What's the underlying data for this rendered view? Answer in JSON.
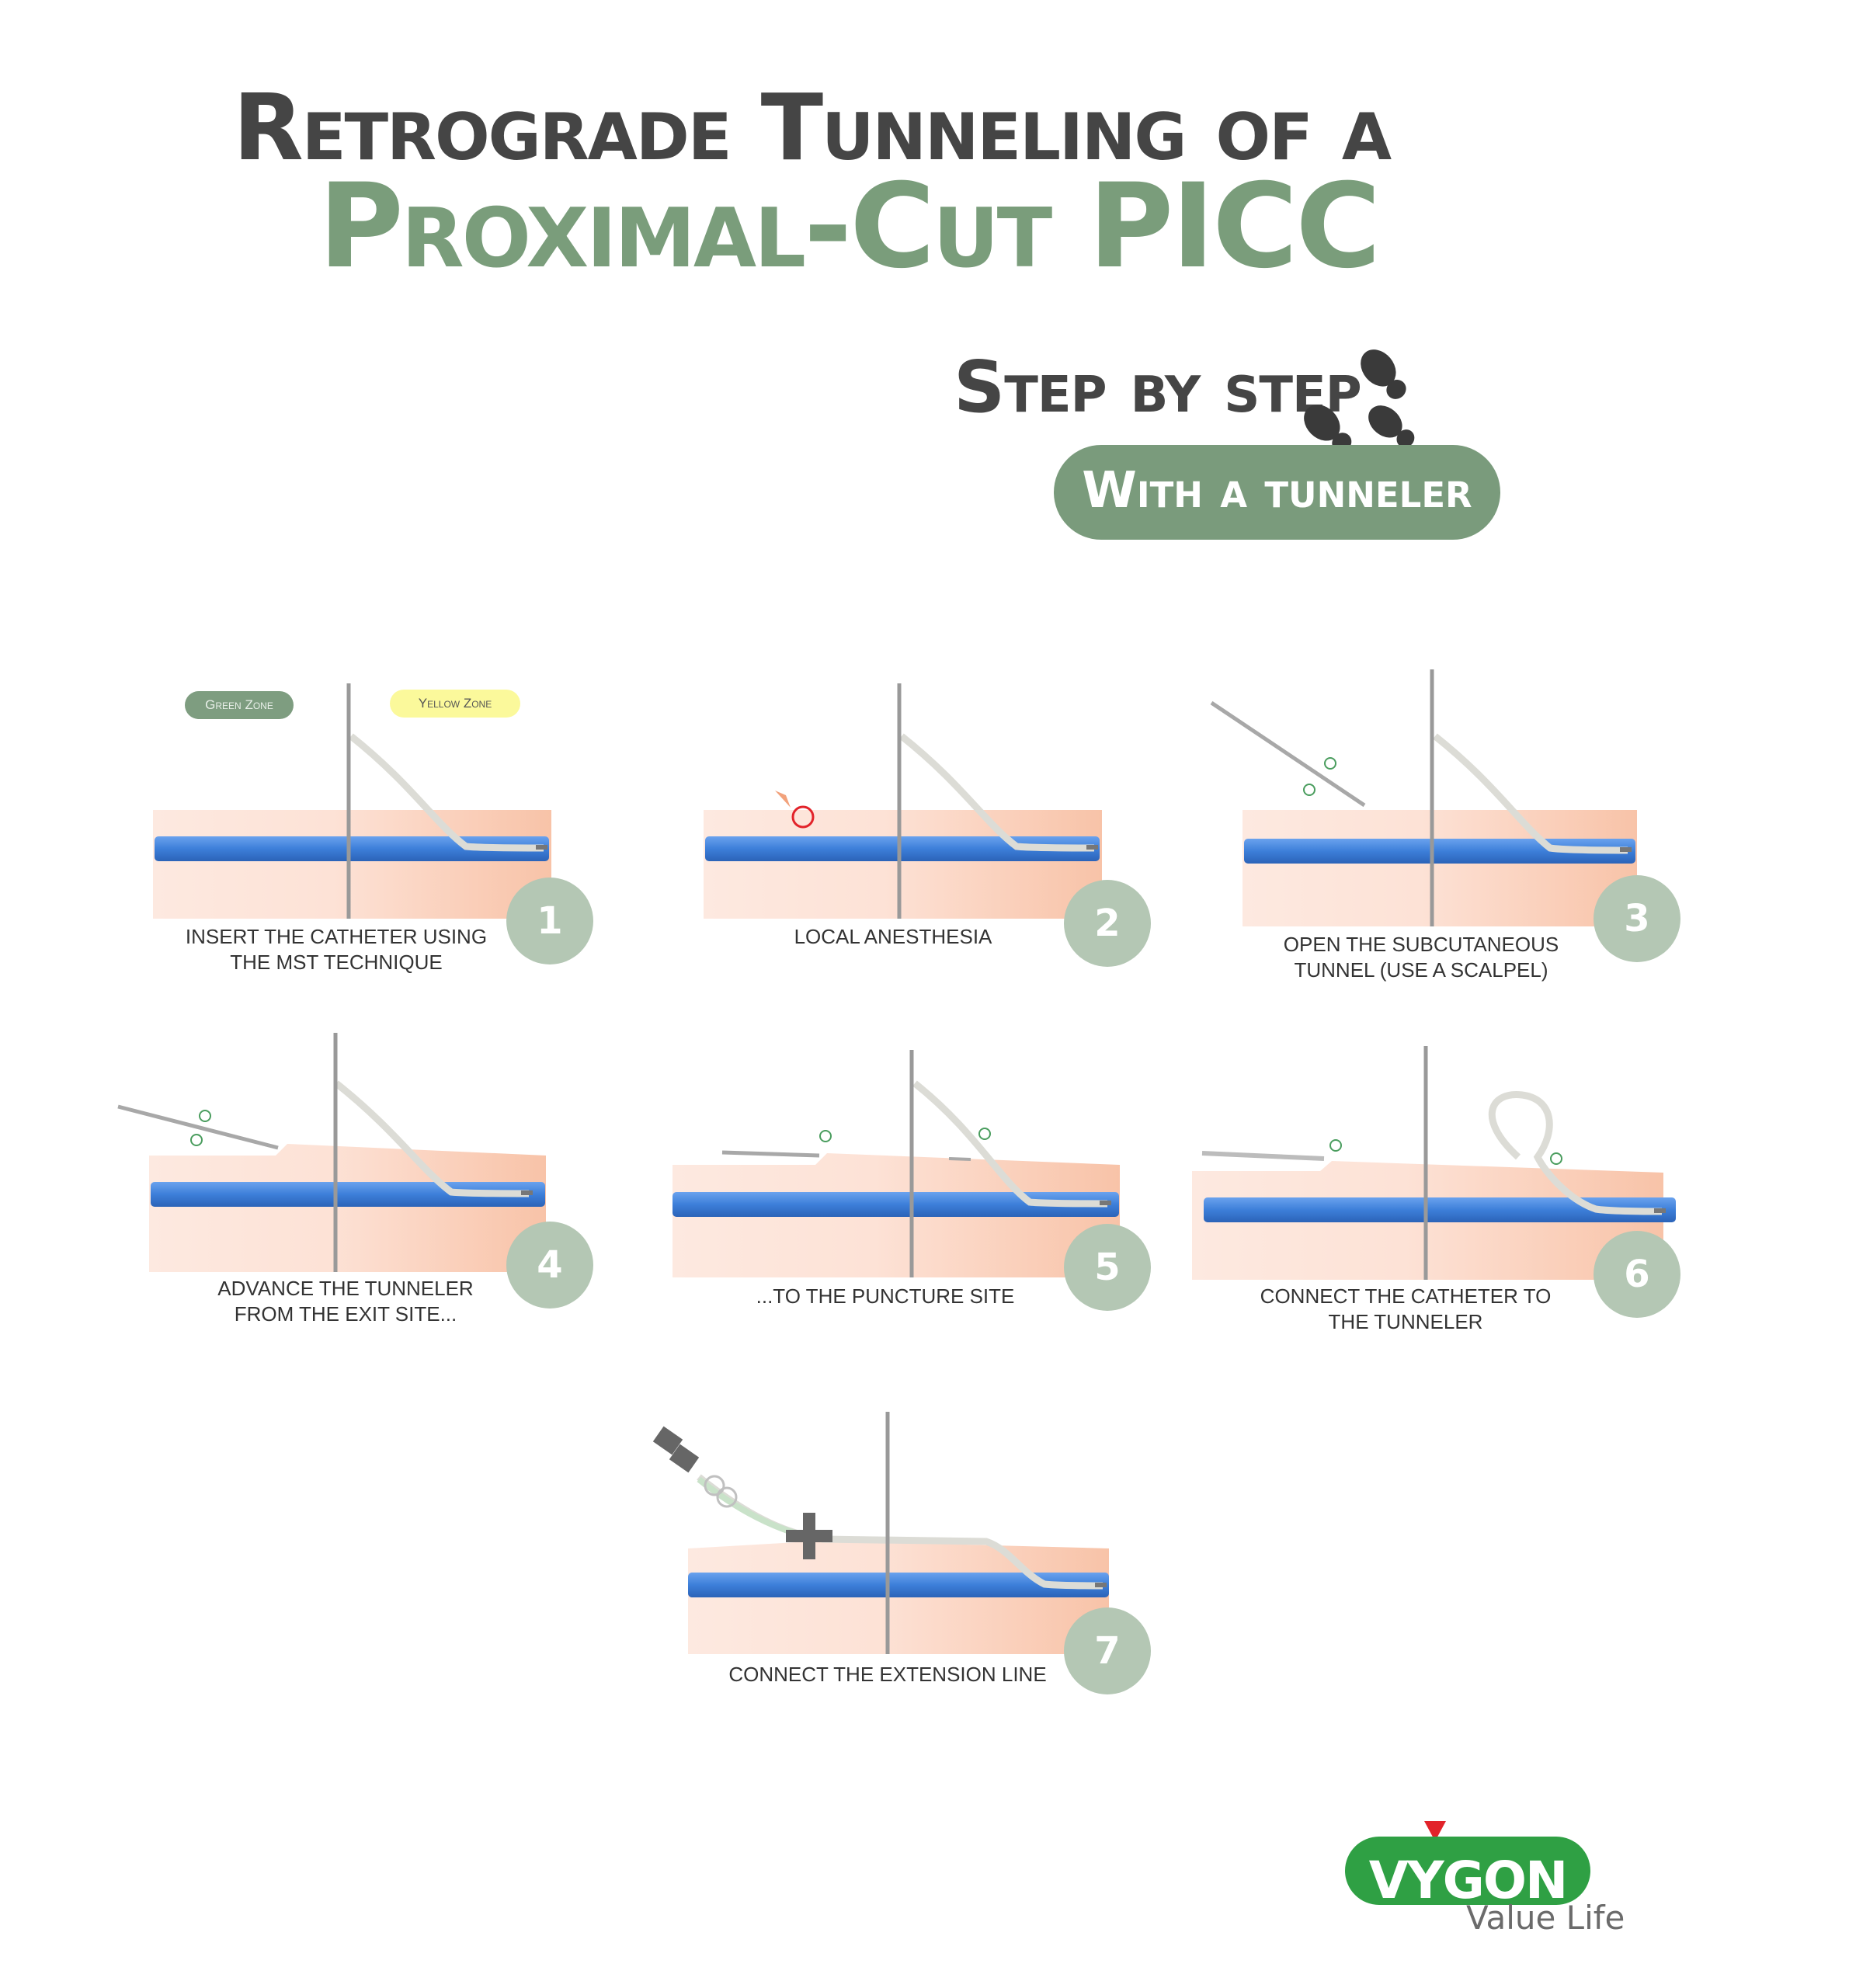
{
  "title": {
    "line1": "Retrograde Tunneling of a",
    "line2": "Proximal-Cut PICC"
  },
  "subtitle": {
    "step_by_step": "Step by step",
    "method": "With a tunneler"
  },
  "zones": {
    "green": "Green Zone",
    "yellow": "Yellow Zone"
  },
  "steps": [
    {
      "number": "1",
      "caption": [
        "INSERT THE CATHETER USING",
        "THE MST TECHNIQUE"
      ]
    },
    {
      "number": "2",
      "caption": [
        "LOCAL ANESTHESIA"
      ]
    },
    {
      "number": "3",
      "caption": [
        "OPEN THE SUBCUTANEOUS",
        "TUNNEL (USE A SCALPEL)"
      ]
    },
    {
      "number": "4",
      "caption": [
        "ADVANCE THE TUNNELER",
        "FROM THE EXIT SITE..."
      ]
    },
    {
      "number": "5",
      "caption": [
        "...TO THE PUNCTURE SITE"
      ]
    },
    {
      "number": "6",
      "caption": [
        "CONNECT THE CATHETER TO",
        "THE TUNNELER"
      ]
    },
    {
      "number": "7",
      "caption": [
        "CONNECT THE EXTENSION LINE"
      ]
    }
  ],
  "brand": {
    "name": "VYGON",
    "tagline": "Value Life"
  },
  "colors": {
    "skin": "#fde2d6",
    "skin_warm": "#f9c7ae",
    "vein": "#3d7fd9",
    "catheter": "#dcdcd6",
    "badge": "#b4c7b4",
    "accent_green": "#7a9d7b",
    "brand_green": "#2fa044"
  },
  "icons": [
    "footprints-icon"
  ]
}
